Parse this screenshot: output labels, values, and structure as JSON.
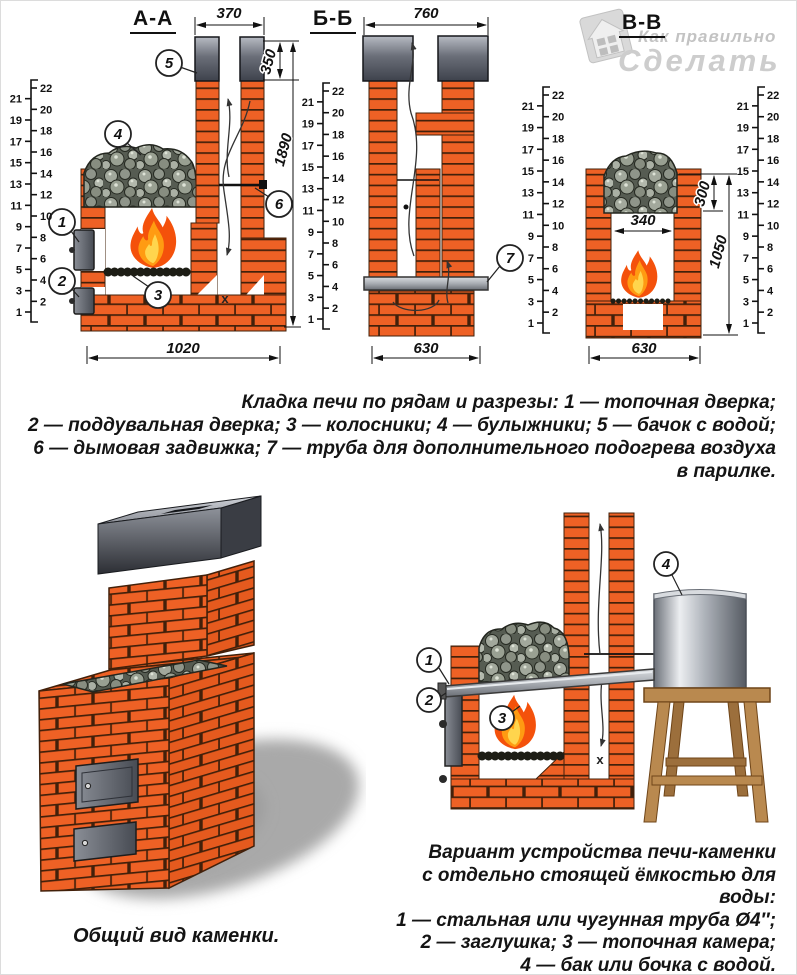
{
  "watermark": {
    "brand_top": "Как правильно",
    "brand_bottom": "Сделать"
  },
  "labels": {
    "aa": "А-А",
    "bb": "Б-Б",
    "vv": "В-В"
  },
  "dims": {
    "aa_top": "370",
    "aa_tank": "350",
    "aa_height": "1890",
    "aa_base": "1020",
    "bb_top": "760",
    "bb_base": "630",
    "vv_inner": "340",
    "vv_stone": "300",
    "vv_height": "1050",
    "vv_base": "630"
  },
  "callouts": {
    "c1": "1",
    "c2": "2",
    "c3": "3",
    "c4": "4",
    "c5": "5",
    "c6": "6",
    "c7": "7"
  },
  "marks": {
    "closed_channel": "х"
  },
  "ruler": {
    "numbers": [
      1,
      2,
      3,
      4,
      5,
      6,
      7,
      8,
      9,
      10,
      11,
      12,
      13,
      14,
      15,
      16,
      17,
      18,
      19,
      20,
      21,
      22
    ]
  },
  "caption_main": {
    "lines": [
      "Кладка печи по рядам и разрезы: 1 — топочная дверка;",
      "2 — поддувальная дверка; 3 — колосники; 4 — булыжники; 5 — бачок с водой;",
      "6 — дымовая задвижка; 7 — труба для дополнительного подогрева воздуха",
      "в парилке."
    ]
  },
  "general_view": {
    "caption": "Общий вид каменки."
  },
  "variant": {
    "caption_lines": [
      "Вариант устройства печи-каменки",
      "с отдельно стоящей ёмкостью для воды:",
      "1 — стальная или чугунная труба Ø4″;",
      "2 — заглушка; 3 — топочная камера;",
      "4 — бак или бочка с водой."
    ]
  },
  "colors": {
    "brick": "#ee6125",
    "mortar": "#42200a",
    "metal_dark": "#3e424c",
    "stone": "#9aa096",
    "fire_outer": "#f4510b",
    "fire_mid": "#ff9b12",
    "fire_core": "#ffd54d",
    "wood": "#b9894f",
    "watermark_grey": "#cdcdcd"
  }
}
